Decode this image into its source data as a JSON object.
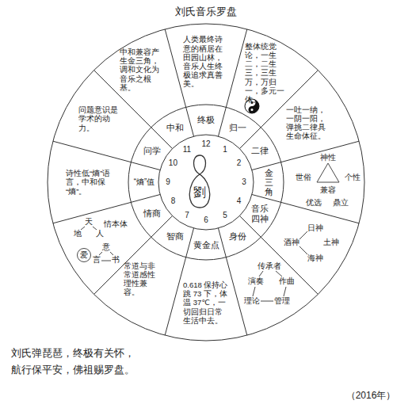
{
  "diagram": {
    "title": "刘氏音乐罗盘",
    "caption": "刘氏弹琵琶，终极有关怀， 航行保平安，佛祖赐罗盘。",
    "nodes": [
      {
        "text": [
          "终极"
        ]
      },
      {
        "text": [
          "人类最终诗意的栖居在田园山林，音乐人生终极追求真善美。"
        ]
      },
      {
        "text": [
          "归一"
        ]
      },
      {
        "text": [
          "整体统觉论，一生二，二生三，三生万，万归一，多元一体。"
        ]
      },
      {
        "text": [
          "二律"
        ]
      },
      {
        "text": [
          "一吐一纳，一阴一阳，弹挑二律具生命体征。"
        ]
      },
      {
        "text": [
          "金三角"
        ]
      },
      {
        "text": [
          "音乐四神"
        ]
      },
      {
        "text": [
          "身份"
        ]
      },
      {
        "text": [
          "黄金点"
        ]
      },
      {
        "text": [
          "0.618 保持心跳 73 下，体温 37℃，一切回归日常生活中去。"
        ]
      },
      {
        "text": [
          "智商"
        ]
      },
      {
        "text": [
          "常道与非常道感性理性兼容。"
        ]
      },
      {
        "text": [
          "情商"
        ]
      },
      {
        "text": [
          "“熵”值"
        ]
      },
      {
        "text": [
          "诗性低“熵”语言，中和保“熵”。"
        ]
      },
      {
        "text": [
          "问学"
        ]
      },
      {
        "text": [
          "问题意识是学术的动力。"
        ]
      },
      {
        "text": [
          "中和"
        ]
      },
      {
        "text": [
          "中和兼容产生金三角，调和文化为音乐之根基。"
        ]
      }
    ],
    "labels": [
      "1",
      "2",
      "3",
      "4",
      "5",
      "6",
      "7",
      "8",
      "9",
      "10",
      "11",
      "12",
      "劉",
      "神性",
      "世俗",
      "个性",
      "兼容",
      "优选",
      "鼎立",
      "日神",
      "酒神",
      "土神",
      "海神",
      "传承者",
      "演奏",
      "作曲",
      "理论",
      "管理",
      "天",
      "地",
      "人",
      "情本体",
      "爱",
      "意",
      "言",
      "书",
      "（2016年）"
    ]
  }
}
